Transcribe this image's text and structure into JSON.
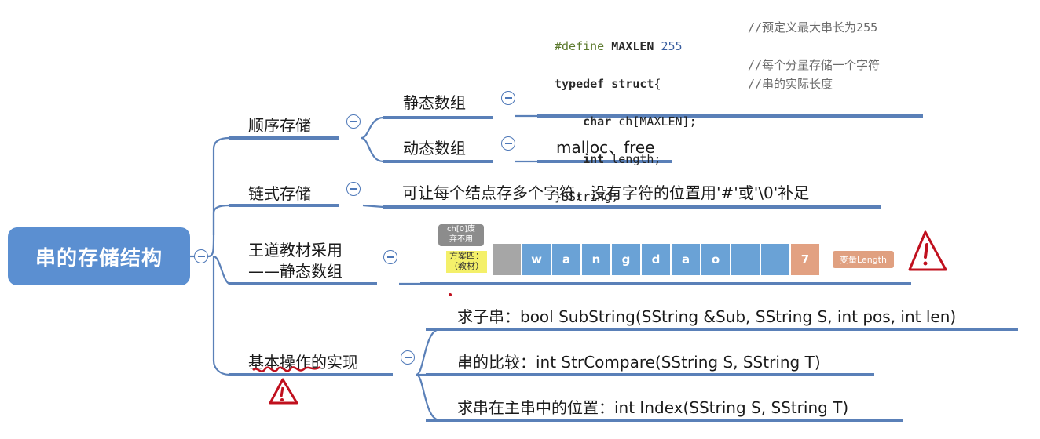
{
  "root": {
    "title": "串的存储结构"
  },
  "branches": {
    "sequential": {
      "label": "顺序存储",
      "children": {
        "static": {
          "label": "静态数组"
        },
        "dynamic": {
          "label": "动态数组",
          "detail": "malloc、free"
        }
      }
    },
    "linked": {
      "label": "链式存储",
      "detail": "可让每个结点存多个字符，没有字符的位置用'#'或'\\0'补足"
    },
    "wangdao": {
      "label_line1": "王道教材采用",
      "label_line2": "——静态数组"
    },
    "operations": {
      "label": "基本操作的实现",
      "items": [
        "求子串：bool SubString(SString &Sub, SString S, int pos, int len)",
        "串的比较：int StrCompare(SString S, SString T)",
        "求串在主串中的位置：int Index(SString S, SString T)"
      ]
    }
  },
  "code": {
    "line1_pp": "#define",
    "line1_name": "MAXLEN",
    "line1_num": "255",
    "line1_comment": "//预定义最大串长为255",
    "line2_kw": "typedef struct",
    "line2_rest": "{",
    "line3_kw": "char",
    "line3_rest": " ch[MAXLEN];",
    "line3_comment": "//每个分量存储一个字符",
    "line4_kw": "int",
    "line4_rest": " length;",
    "line4_comment": "//串的实际长度",
    "line5": "}SString;"
  },
  "array_figure": {
    "callout": "ch[0]废弃不用",
    "callout_line1": "ch[0]废",
    "callout_line2": "弃不用",
    "scheme_line1": "方案四：",
    "scheme_line2": "（教材）",
    "cells": [
      "",
      "w",
      "a",
      "n",
      "g",
      "d",
      "a",
      "o",
      "",
      "",
      "7"
    ],
    "length_tag": "变量Length"
  },
  "colors": {
    "root_bg": "#5b8fd1",
    "line": "#5a80b8",
    "cell": "#6aa2d6",
    "cell_first": "#a6a6a6",
    "cell_length": "#e2a182",
    "warning": "#c0101e"
  }
}
